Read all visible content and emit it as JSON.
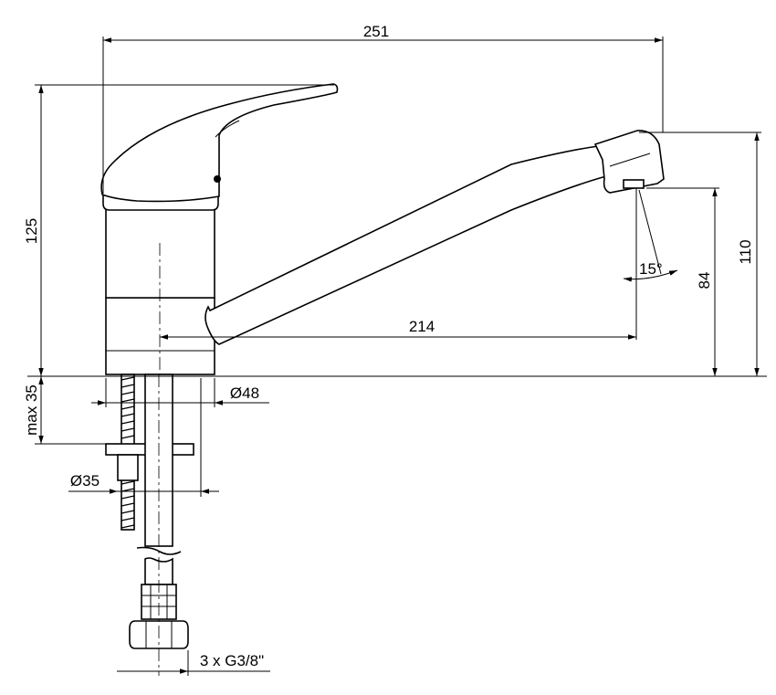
{
  "dimensions": {
    "overall_length": "251",
    "height_total": "125",
    "spout_height": "110",
    "outlet_height": "84",
    "spout_reach": "214",
    "angle": "15°",
    "base_diameter": "Ø48",
    "mount_hole": "Ø35",
    "max_thickness": "max 35",
    "connection": "3 x G3/8\""
  },
  "colors": {
    "line": "#000000",
    "background": "#ffffff"
  }
}
